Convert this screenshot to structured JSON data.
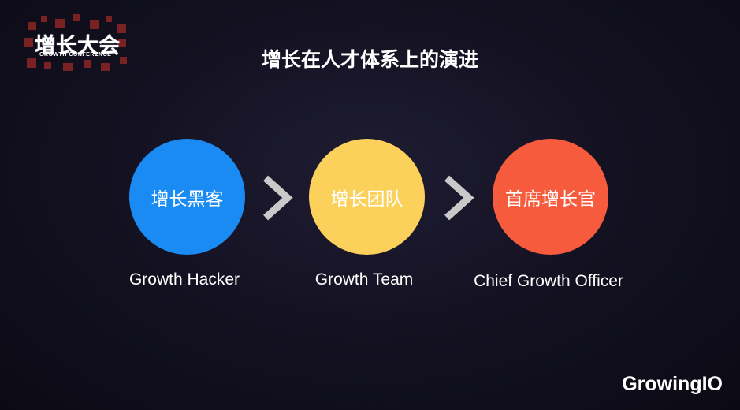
{
  "logo": {
    "title": "增长大会",
    "subtitle": "GROWTH CONFERENCE"
  },
  "title": "增长在人才体系上的演进",
  "stages": [
    {
      "circle_text": "增长黑客",
      "label": "Growth Hacker",
      "color": "#1a8bf3"
    },
    {
      "circle_text": "增长团队",
      "label": "Growth Team",
      "color": "#fbd05b"
    },
    {
      "circle_text": "首席增长官",
      "label": "Chief Growth Officer",
      "color": "#f65b3d"
    }
  ],
  "arrow_icon": "chevron-right-icon",
  "brand": "GrowingIO"
}
